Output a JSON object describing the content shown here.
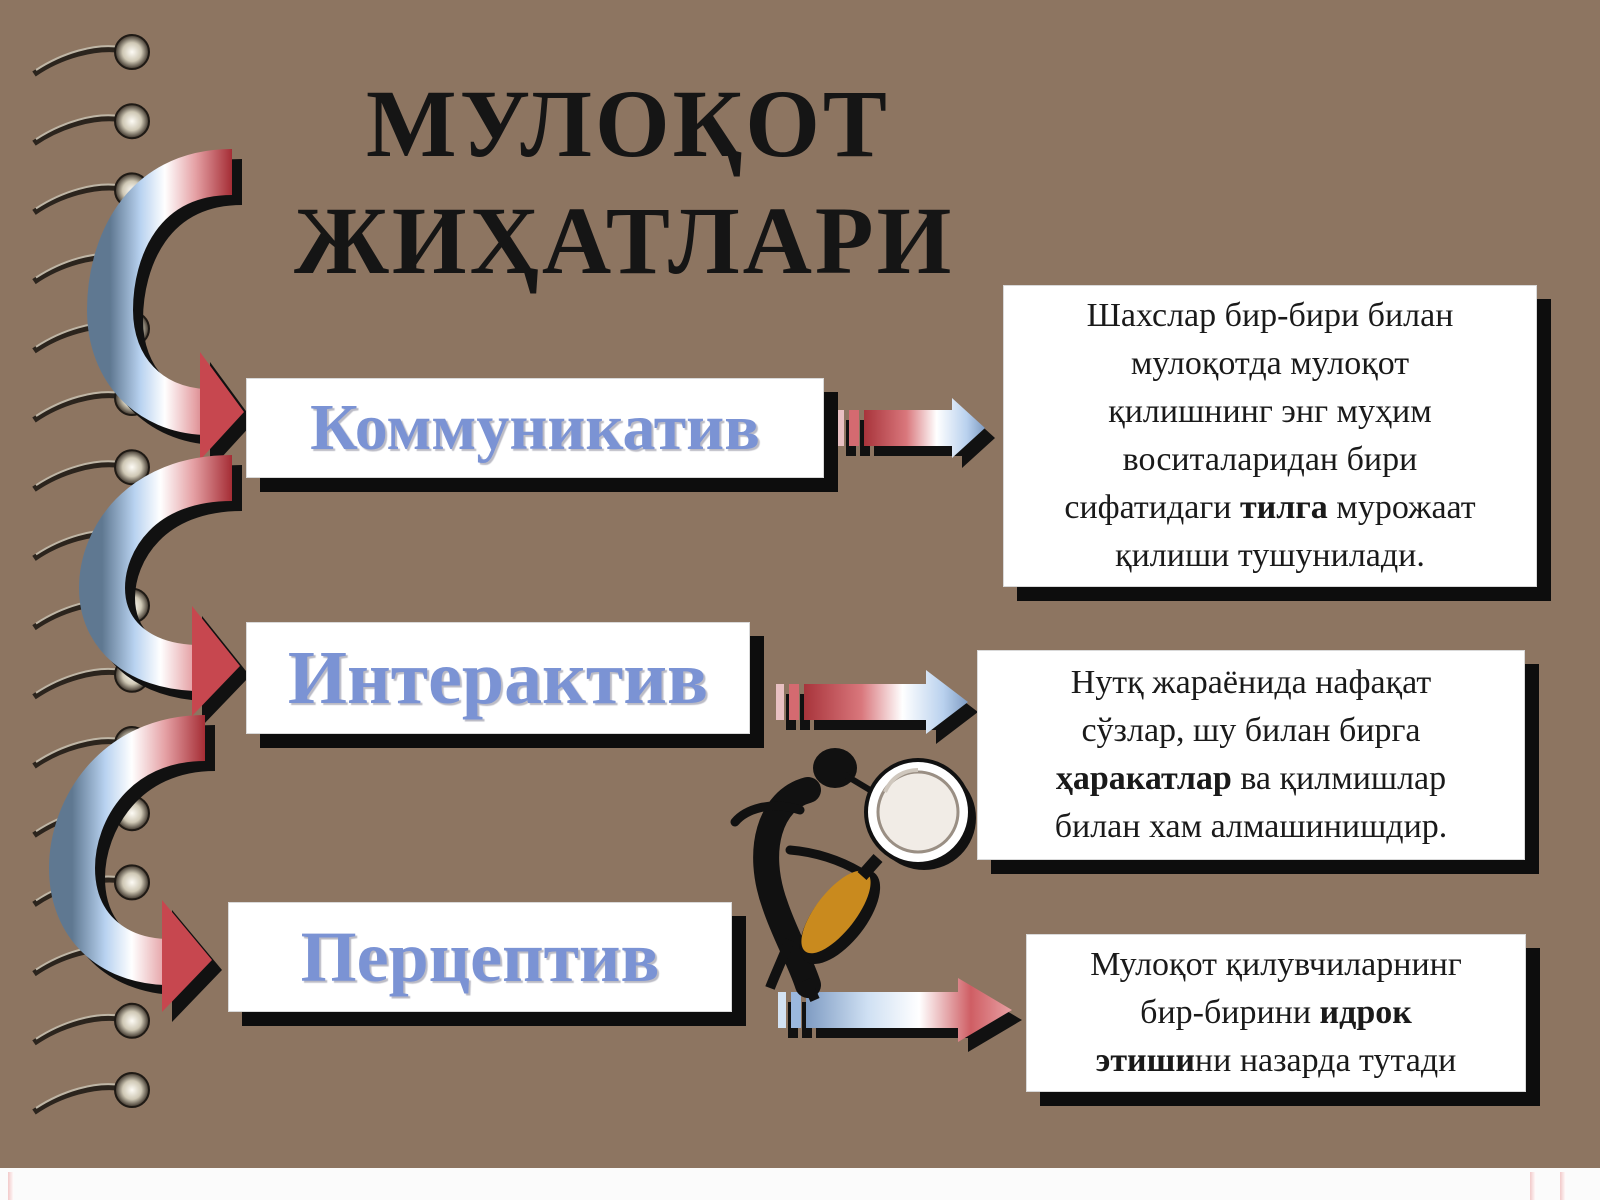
{
  "slide": {
    "background_color": "#8d7561",
    "title": {
      "line1": "МУЛОҚОТ",
      "line2": "ЖИҲАТЛАРИ"
    },
    "aspects": [
      {
        "label": "Коммуникатив",
        "description": [
          {
            "text": "Шахслар бир-бири билан"
          },
          {
            "text": "мулоқотда мулоқот"
          },
          {
            "text": "қилишнинг энг муҳим"
          },
          {
            "text": "воситаларидан бири"
          },
          {
            "before": "сифатидаги ",
            "bold": "тилга",
            "after": " мурожаат"
          },
          {
            "text": "қилиши тушунилади."
          }
        ]
      },
      {
        "label": "Интерактив",
        "description": [
          {
            "text": "Нутқ жараёнида нафақат"
          },
          {
            "text": "сўзлар, шу билан бирга"
          },
          {
            "before": "",
            "bold": "ҳаракатлар",
            "after": " ва қилмишлар"
          },
          {
            "text": "билан хам алмашинишдир."
          }
        ]
      },
      {
        "label": "Перцептив",
        "description": [
          {
            "text": "Мулоқот қилувчиларнинг"
          },
          {
            "before": "бир-бирини ",
            "bold": "идрок",
            "after": ""
          },
          {
            "before": "",
            "bold": "этиши",
            "after": "ни назарда тутади"
          }
        ]
      }
    ],
    "colors": {
      "label_text": "#7b93d4",
      "arrow_red": "#b0363d",
      "arrow_blue": "#a9c4e8",
      "box_shadow": "#0d0d0d",
      "magnifier_handle": "#c98a1e"
    },
    "icons": [
      "spiral-binding-icon",
      "curved-arrow-icon",
      "straight-arrow-icon",
      "magnifying-glass-figure-icon"
    ]
  }
}
